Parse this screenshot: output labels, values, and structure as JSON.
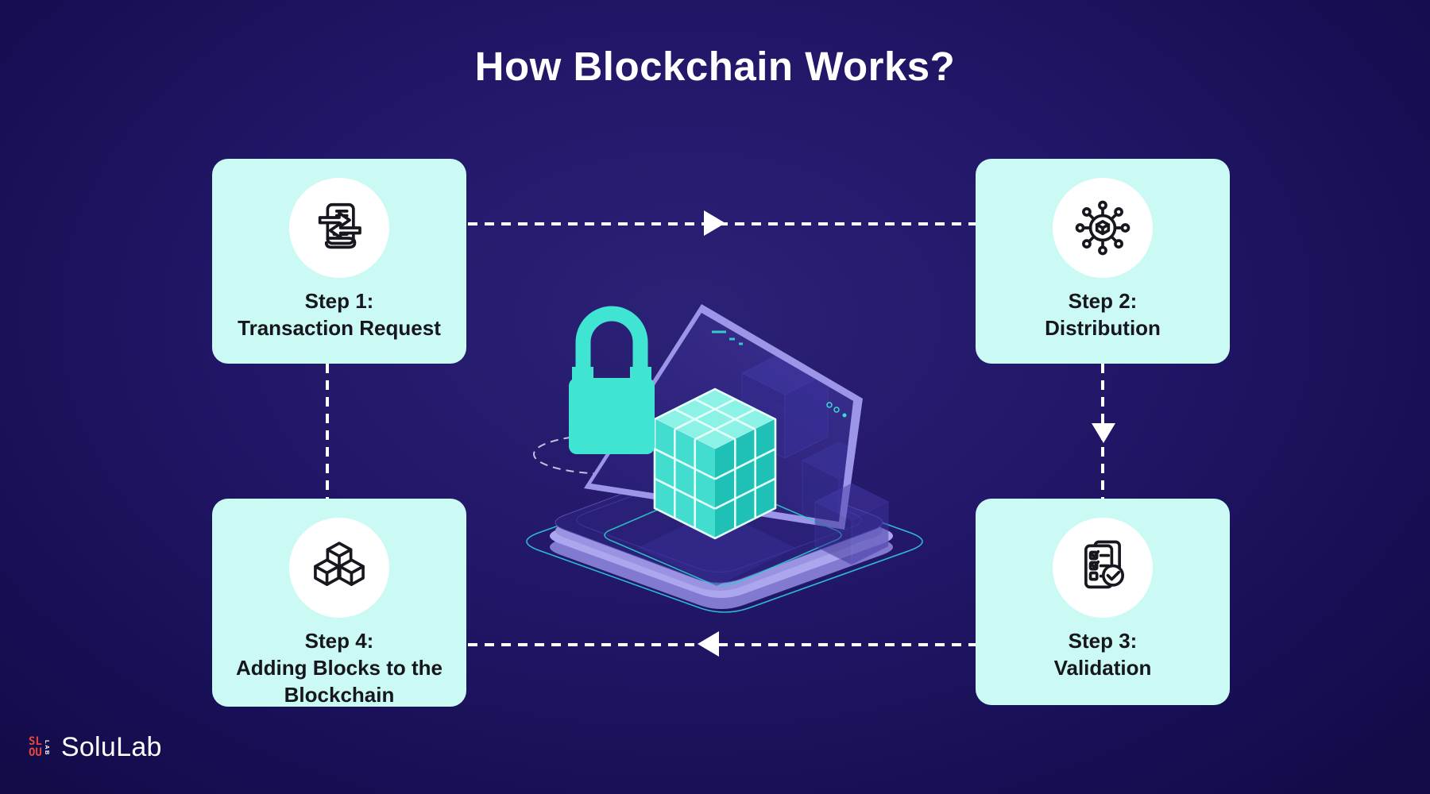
{
  "title": "How Blockchain Works?",
  "steps": [
    {
      "step": "Step 1:",
      "label": "Transaction Request"
    },
    {
      "step": "Step 2:",
      "label": "Distribution"
    },
    {
      "step": "Step 3:",
      "label": "Validation"
    },
    {
      "step": "Step 4:",
      "label": "Adding Blocks to the Blockchain"
    }
  ],
  "footer": {
    "brand": "SoluLab",
    "mark_row1": "SL",
    "mark_row2": "OU",
    "mark_vertical": "LAB"
  },
  "colors": {
    "background_navy": "#1e1563",
    "card_mint": "#cafaf3",
    "accent_teal": "#3fe4d3",
    "arrow_white": "#ffffff",
    "icon_ink": "#17171f",
    "logo_red": "#e8473c",
    "laptop_purple": "#2a2078",
    "platform_lavender": "#aca6ee"
  }
}
